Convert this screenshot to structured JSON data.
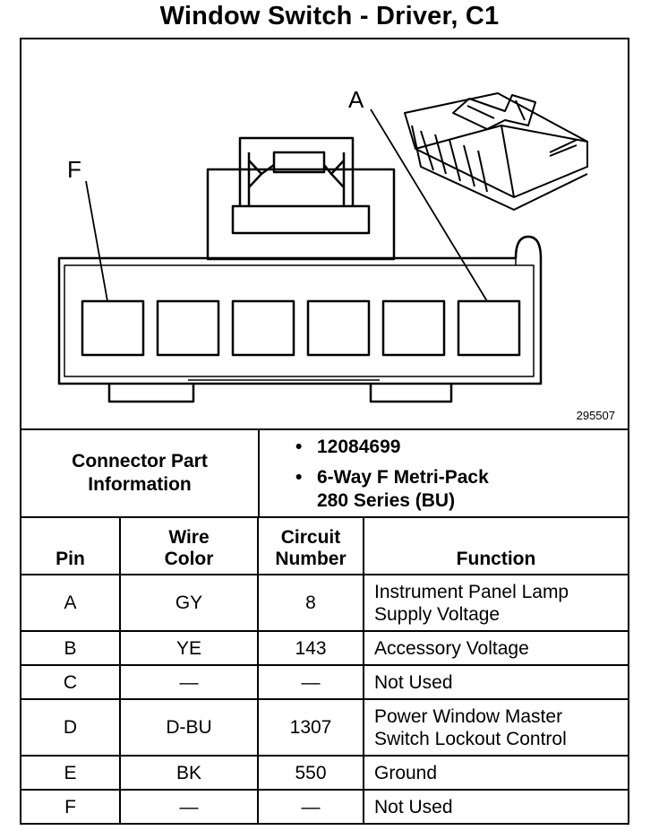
{
  "title": "Window Switch - Driver, C1",
  "diagram": {
    "label_a": "A",
    "label_f": "F",
    "figure_number": "295507"
  },
  "connector_info": {
    "heading_line1": "Connector Part",
    "heading_line2": "Information",
    "part_number": "12084699",
    "description_line1": "6-Way F Metri-Pack",
    "description_line2": "280 Series (BU)",
    "bullet": "•"
  },
  "table": {
    "headers": {
      "pin": "Pin",
      "wire_color_line1": "Wire",
      "wire_color_line2": "Color",
      "circuit_line1": "Circuit",
      "circuit_line2": "Number",
      "function": "Function"
    },
    "rows": [
      {
        "pin": "A",
        "wire": "GY",
        "circuit": "8",
        "func1": "Instrument Panel Lamp",
        "func2": "Supply Voltage"
      },
      {
        "pin": "B",
        "wire": "YE",
        "circuit": "143",
        "func1": "Accessory Voltage",
        "func2": ""
      },
      {
        "pin": "C",
        "wire": "—",
        "circuit": "—",
        "func1": "Not Used",
        "func2": ""
      },
      {
        "pin": "D",
        "wire": "D-BU",
        "circuit": "1307",
        "func1": "Power Window Master",
        "func2": "Switch Lockout Control"
      },
      {
        "pin": "E",
        "wire": "BK",
        "circuit": "550",
        "func1": "Ground",
        "func2": ""
      },
      {
        "pin": "F",
        "wire": "—",
        "circuit": "—",
        "func1": "Not Used",
        "func2": ""
      }
    ]
  }
}
